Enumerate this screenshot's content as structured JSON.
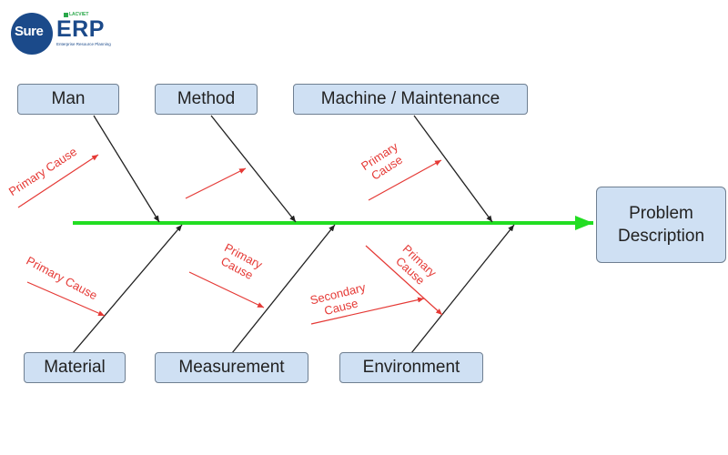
{
  "brand": {
    "wordmark_left": "Sure",
    "wordmark_right": "ERP",
    "tagline": "Enterprise Resource Planning",
    "mini_text": "LACVIET"
  },
  "problem": "Problem\nDescription",
  "categories": {
    "man": "Man",
    "method": "Method",
    "machine": "Machine / Maintenance",
    "material": "Material",
    "measurement": "Measurement",
    "environment": "Environment"
  },
  "causes": {
    "man_primary": "Primary Cause",
    "machine_primary": "Primary\nCause",
    "material_primary": "Primary Cause",
    "measurement_primary": "Primary\nCause",
    "environment_primary": "Primary\nCause",
    "environment_secondary": "Secondary\nCause"
  },
  "colors": {
    "spine": "#22dd22",
    "bone": "#222222",
    "cause": "#e53935",
    "box_fill": "#cfe0f3",
    "box_border": "#6f7f91",
    "brand": "#1b4a8a"
  }
}
